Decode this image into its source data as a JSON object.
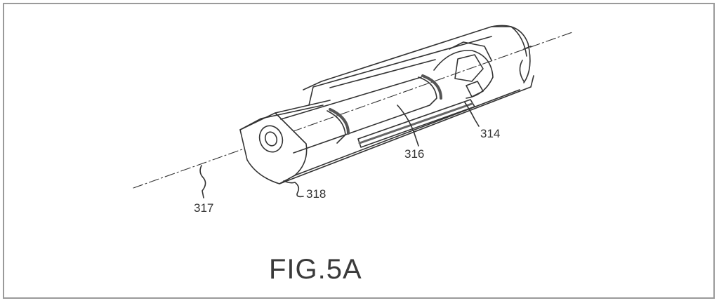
{
  "figure": {
    "caption": "FIG.5A",
    "reference_numerals": {
      "axis": "317",
      "housing": "318",
      "inner_tube": "316",
      "rail": "314"
    }
  }
}
